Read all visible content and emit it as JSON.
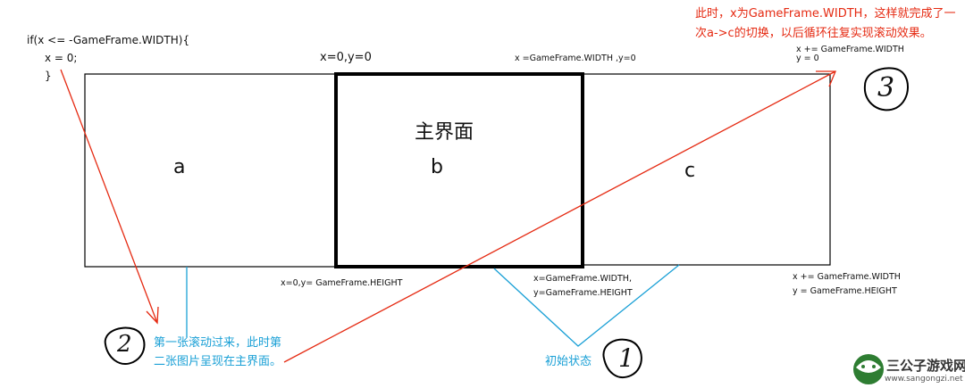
{
  "code": {
    "line1": "if(x <= -GameFrame.WIDTH){",
    "line2": "x = 0;",
    "line3": "}"
  },
  "frames": {
    "a": "a",
    "b": "b",
    "b_title": "主界面",
    "c": "c"
  },
  "coords": {
    "b_top": "x=0,y=0",
    "c_top": "x =GameFrame.WIDTH ,y=0",
    "step3_x": "x += GameFrame.WIDTH",
    "step3_y": "y = 0",
    "b_bottom": "x=0,y= GameFrame.HEIGHT",
    "c_bottom_x": "x=GameFrame.WIDTH,",
    "c_bottom_y": "y=GameFrame.HEIGHT",
    "right_x": "x += GameFrame.WIDTH",
    "right_y": "y = GameFrame.HEIGHT"
  },
  "notes": {
    "step3_line1": "此时，x为GameFrame.WIDTH，这样就完成了一",
    "step3_line2": "次a->c的切换，以后循环往复实现滚动效果。",
    "step2_line1": "第一张滚动过来，此时第",
    "step2_line2": "二张图片呈现在主界面。",
    "step1": "初始状态"
  },
  "markers": {
    "step1": "1",
    "step2": "2",
    "step3": "3"
  },
  "watermark": {
    "brand": "三公子游戏网",
    "url": "www.sangongzi.net"
  },
  "colors": {
    "red": "#e52a12",
    "blue": "#1aa0d6",
    "outline": "#000000"
  }
}
